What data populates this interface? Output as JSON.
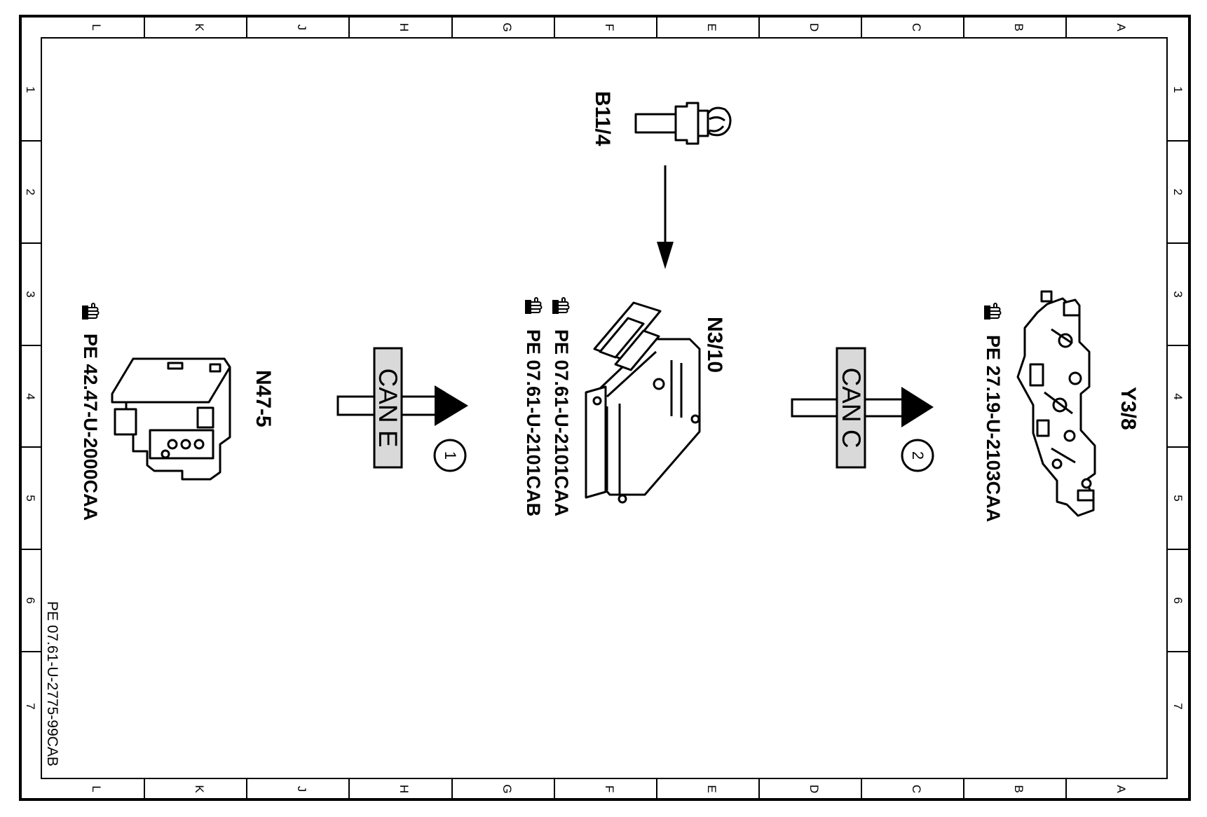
{
  "zones": {
    "columns": [
      "L",
      "K",
      "J",
      "H",
      "G",
      "F",
      "E",
      "D",
      "C",
      "B",
      "A"
    ],
    "rows": [
      "1",
      "2",
      "3",
      "4",
      "5",
      "6",
      "7"
    ]
  },
  "components": {
    "temp_sensor": {
      "code": "B11/4"
    },
    "abs_unit": {
      "code": "N47-5",
      "pe_refs": [
        "PE 42.47-U-2000CAA"
      ]
    },
    "engine_ecu": {
      "code": "N3/10",
      "pe_refs": [
        "PE 07.61-U-2101CAA",
        "PE 07.61-U-2101CAB"
      ]
    },
    "valve_body": {
      "code": "Y3/8",
      "pe_refs": [
        "PE 27.19-U-2103CAA"
      ]
    }
  },
  "connections": [
    {
      "bus_label": "CAN E",
      "number": "1"
    },
    {
      "bus_label": "CAN C",
      "number": "2"
    }
  ],
  "document_ref": "PE 07.61-U-2775-99CAB",
  "colors": {
    "line": "#000000",
    "background": "#ffffff",
    "label_box": "#d9d9d9"
  }
}
